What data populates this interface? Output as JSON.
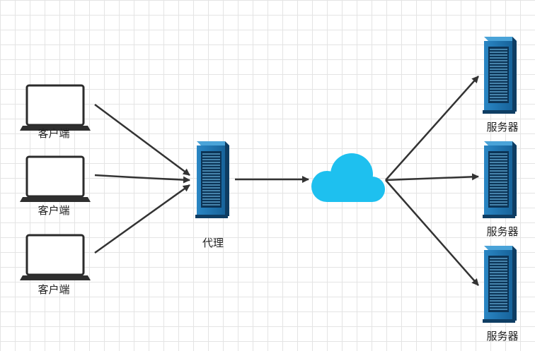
{
  "nodes": {
    "clients": [
      {
        "label": "客户端"
      },
      {
        "label": "客户端"
      },
      {
        "label": "客户端"
      }
    ],
    "proxy": {
      "label": "代理"
    },
    "servers": [
      {
        "label": "服务器"
      },
      {
        "label": "服务器"
      },
      {
        "label": "服务器"
      }
    ]
  },
  "icons": {
    "client": "laptop-icon",
    "proxy": "server-tower-icon",
    "network": "cloud-icon",
    "server": "server-tower-icon"
  },
  "colors": {
    "grid": "#e4e4e4",
    "arrow": "#333333",
    "laptop_frame": "#2b2b2b",
    "server_blue": "#1f6fa8",
    "server_dark": "#0e3d63",
    "cloud": "#1ec0ef"
  }
}
